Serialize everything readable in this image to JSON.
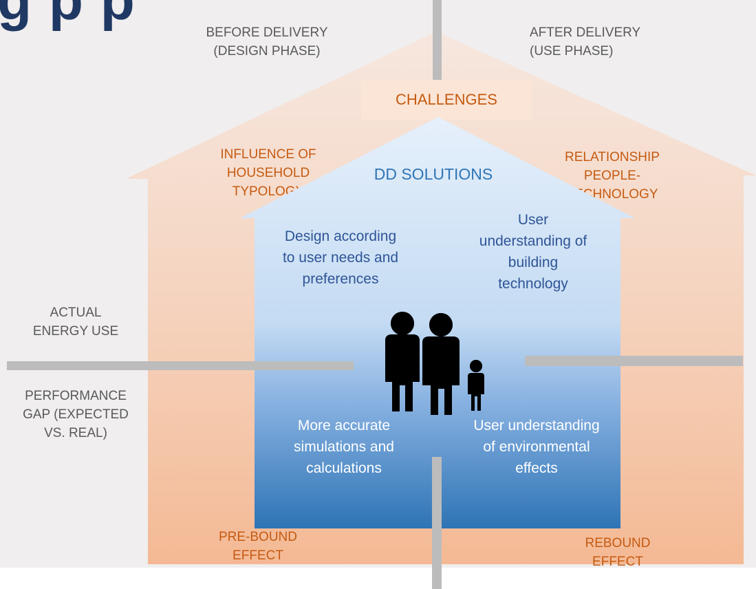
{
  "title_fragment": "g p                                                 p",
  "phases": {
    "before": "BEFORE DELIVERY\n(DESIGN PHASE)",
    "after": "AFTER DELIVERY\n(USE PHASE)"
  },
  "challenges": {
    "label": "CHALLENGES",
    "household": "INFLUENCE OF\nHOUSEHOLD\nTYPOLOGY",
    "relationship": "RELATIONSHIP\nPEOPLE-\nTECHNOLOGY",
    "prebound": "PRE-BOUND\nEFFECT",
    "rebound": "REBOUND\nEFFECT"
  },
  "solutions": {
    "title": "DD SOLUTIONS",
    "design": "Design according\nto user needs and\npreferences",
    "building_tech": "User\nunderstanding of\nbuilding\ntechnology",
    "simulations": "More accurate\nsimulations and\ncalculations",
    "environment": "User understanding\nof environmental\neffects"
  },
  "axis": {
    "actual": "ACTUAL\nENERGY USE",
    "gap": "PERFORMANCE\nGAP (EXPECTED\nVS. REAL)"
  },
  "colors": {
    "outer_house_top": "#f8e0d0",
    "outer_house_bottom": "#f4b994",
    "inner_house_top": "#e3eefa",
    "inner_house_bottom": "#2e74b5",
    "divider": "#bcbcbc",
    "people": "#000000"
  },
  "icons": [
    "family-icon"
  ]
}
